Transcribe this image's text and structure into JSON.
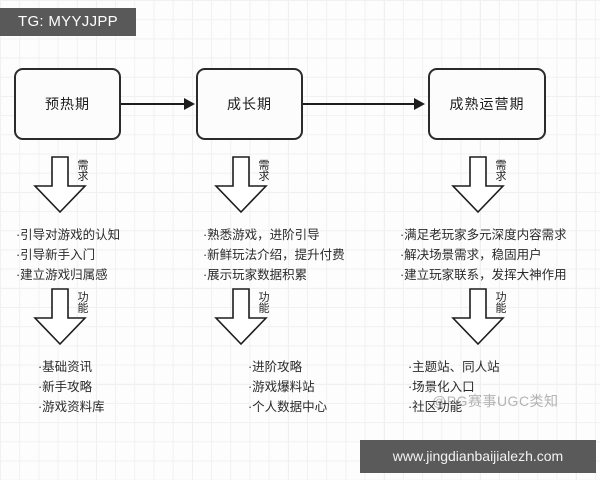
{
  "badges": {
    "tg_tag": "TG: MYYJJPP",
    "site_url": "www.jingdianbaijialezh.com"
  },
  "watermark": {
    "text": "@PG赛事UGC类知"
  },
  "flow": {
    "phases": [
      {
        "label": "预热期"
      },
      {
        "label": "成长期"
      },
      {
        "label": "成熟运营期"
      }
    ],
    "arrow_rows": [
      {
        "label_chars": [
          "需",
          "求"
        ],
        "label": "需求"
      },
      {
        "label_chars": [
          "功",
          "能"
        ],
        "label": "功能"
      }
    ],
    "demand": [
      {
        "lines": [
          "·引导对游戏的认知",
          "·引导新手入门",
          "·建立游戏归属感"
        ]
      },
      {
        "lines": [
          "·熟悉游戏，进阶引导",
          "·新鲜玩法介绍，提升付费",
          "·展示玩家数据积累"
        ]
      },
      {
        "lines": [
          "·满足老玩家多元深度内容需求",
          "·解决场景需求，稳固用户",
          "·建立玩家联系，发挥大神作用"
        ]
      }
    ],
    "functions": [
      {
        "lines": [
          "·基础资讯",
          "·新手攻略",
          "·游戏资料库"
        ]
      },
      {
        "lines": [
          "·进阶攻略",
          "·游戏爆料站",
          "·个人数据中心"
        ]
      },
      {
        "lines": [
          "·主题站、同人站",
          "·场景化入口",
          "·社区功能"
        ]
      }
    ]
  },
  "colors": {
    "box_border": "#2b2b2b",
    "badge_bg": "#595959",
    "badge_text": "#ffffff",
    "grid_line": "#ebebeb",
    "text": "#2a2a2a"
  }
}
